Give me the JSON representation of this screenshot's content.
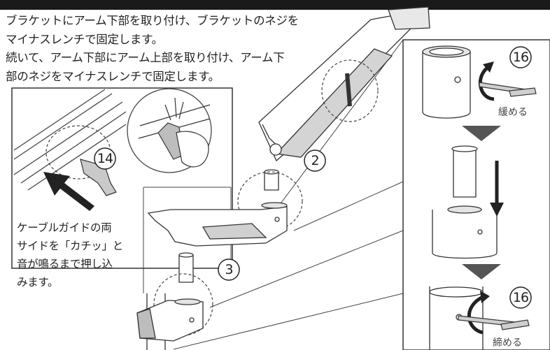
{
  "instructions": {
    "line1": "ブラケットにアーム下部を取り付け、ブラケットのネジを",
    "line2": "マイナスレンチで固定します。",
    "line3": "続いて、アーム下部にアーム上部を取り付け、アーム下",
    "line4": "部のネジをマイナスレンチで固定します。"
  },
  "cable_guide_note": {
    "line1": "ケーブルガイドの両",
    "line2": "サイドを「カチッ」と",
    "line3": "音が鳴るまで押し込",
    "line4": "みます。"
  },
  "callouts": {
    "part_2": "2",
    "part_3": "3",
    "part_14": "14",
    "part_16_top": "16",
    "part_16_bottom": "16"
  },
  "wrench_steps": {
    "loosen": "緩める",
    "tighten": "締める"
  },
  "colors": {
    "header_bar": "#1a1a1a",
    "arrow_dark": "#333333",
    "step_triangle": "#555555"
  }
}
